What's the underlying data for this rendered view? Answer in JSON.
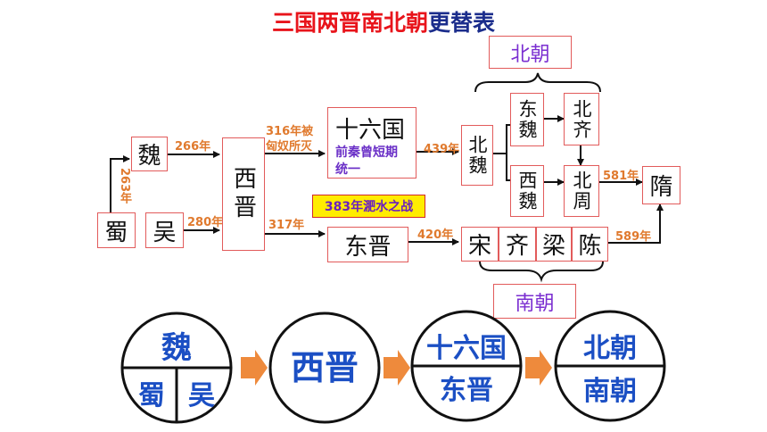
{
  "title": {
    "red": "三国两晋南北朝",
    "blue": "更替表"
  },
  "nodes": {
    "shu": "蜀",
    "wei": "魏",
    "wu": "吴",
    "xijin": "西晋",
    "sixteen": "十六国",
    "sixteen_note": "前秦曾短期统一",
    "dongjin": "东晋",
    "beiwei": "北魏",
    "dongwei": "东魏",
    "xiwei": "西魏",
    "beiqi": "北齐",
    "beizhou": "北周",
    "sui": "隋",
    "song": "宋",
    "qi": "齐",
    "liang": "梁",
    "chen": "陈",
    "beichao": "北朝",
    "nanchao": "南朝"
  },
  "years": {
    "y263": "263年",
    "y266": "266年",
    "y280": "280年",
    "y316": "316年被匈奴所灭",
    "y317": "317年",
    "y439": "439年",
    "y420": "420年",
    "y581": "581年",
    "y589": "589年"
  },
  "battle": "383年淝水之战",
  "circles": [
    {
      "top": "魏",
      "bottom_left": "蜀",
      "bottom_right": "吴"
    },
    {
      "center": "西晋"
    },
    {
      "top": "十六国",
      "bottom": "东晋"
    },
    {
      "top": "北朝",
      "bottom": "南朝"
    }
  ],
  "colors": {
    "accent_red": "#e8141b",
    "accent_blue": "#1b2d8c",
    "year_orange": "#e07a2e",
    "label_purple": "#7b2fd1",
    "circle_blue": "#1b4fc4",
    "arrow_orange": "#ee8a3c"
  }
}
